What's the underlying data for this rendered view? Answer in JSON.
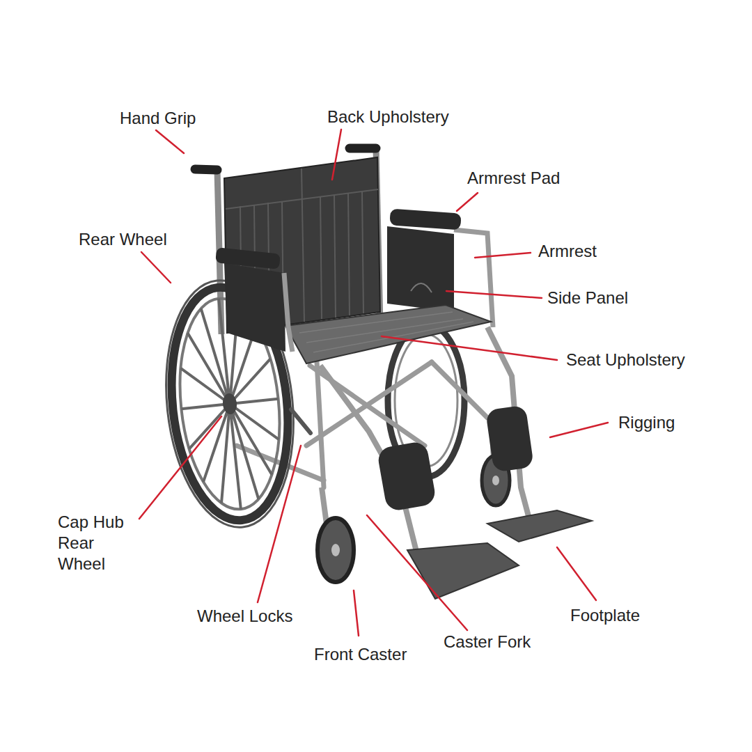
{
  "diagram": {
    "labels": [
      "Hand Grip",
      "Back Upholstery",
      "Armrest Pad",
      "Rear Wheel",
      "Armrest",
      "Side Panel",
      "Seat Upholstery",
      "Rigging",
      "Cap Hub Rear Wheel",
      "Wheel Locks",
      "Footplate",
      "Caster Fork",
      "Front Caster"
    ]
  }
}
